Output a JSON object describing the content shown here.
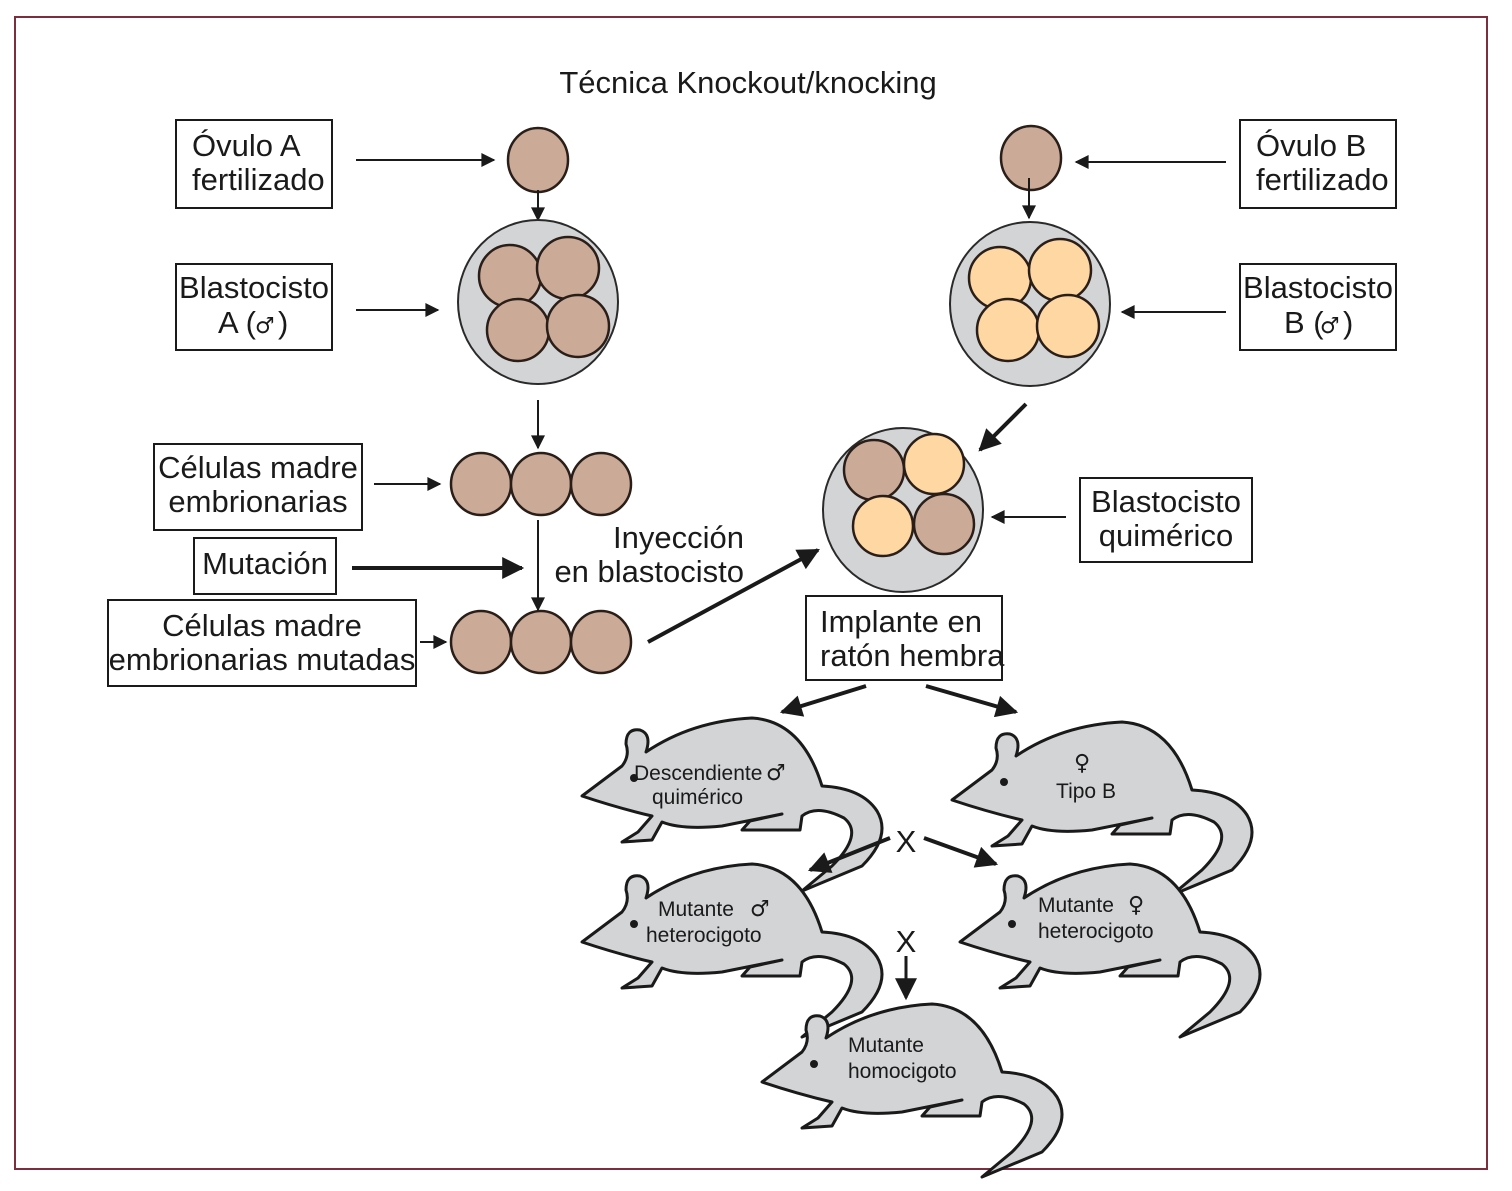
{
  "title": "Técnica Knockout/knocking",
  "colors": {
    "frame": "#7a2e3e",
    "cell_a": "#cbab98",
    "cell_b": "#fed7a2",
    "zona": "#d3d4d6",
    "mouse": "#d3d4d6"
  },
  "labels": {
    "ovulo_a": [
      "Óvulo A",
      "fertilizado"
    ],
    "blastocisto_a": [
      "Blastocisto",
      "A (",
      ")"
    ],
    "ovulo_b": [
      "Óvulo B",
      "fertilizado"
    ],
    "blastocisto_b": [
      "Blastocisto",
      "B (",
      ")"
    ],
    "celulas_madre": [
      "Células madre",
      "embrionarias"
    ],
    "mutacion": "Mutación",
    "celulas_mutadas": [
      "Células madre",
      "embrionarias mutadas"
    ],
    "inyeccion": [
      "Inyección",
      "en blastocisto"
    ],
    "blastocisto_quimerico": [
      "Blastocisto",
      "quimérico"
    ],
    "implante": [
      "Implante en",
      "ratón hembra"
    ]
  },
  "symbols": {
    "male": "♂",
    "female": "♀",
    "cross": "X"
  },
  "mice": [
    {
      "id": "descendiente",
      "lines": [
        "Descendiente",
        "quimérico"
      ],
      "sex": "♂"
    },
    {
      "id": "tipo-b",
      "lines": [
        "Tipo B"
      ],
      "sex": "♀"
    },
    {
      "id": "mutante-het-m",
      "lines": [
        "Mutante",
        "heterocigoto"
      ],
      "sex": "♂"
    },
    {
      "id": "mutante-het-f",
      "lines": [
        "Mutante",
        "heterocigoto"
      ],
      "sex": "♀"
    },
    {
      "id": "mutante-hom",
      "lines": [
        "Mutante",
        "homocigoto"
      ],
      "sex": ""
    }
  ]
}
